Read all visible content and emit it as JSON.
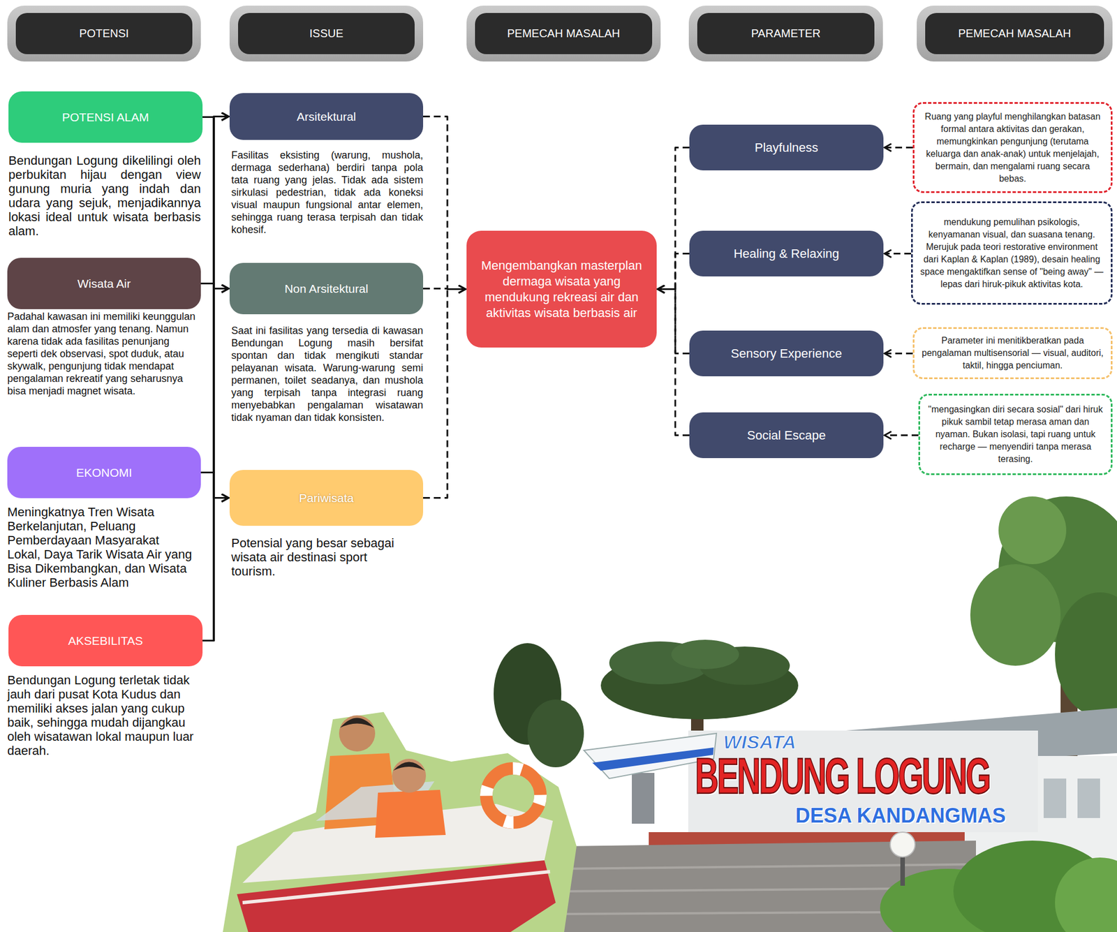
{
  "diagram": {
    "nodes": [
      {
        "text": [
          "POTENSI"
        ]
      },
      {
        "text": [
          "ISSUE"
        ]
      },
      {
        "text": [
          "PEMECAH MASALAH"
        ]
      },
      {
        "text": [
          "PARAMETER"
        ]
      },
      {
        "text": [
          "PEMECAH MASALAH"
        ]
      },
      {
        "text": [
          "POTENSI ALAM"
        ]
      },
      {
        "text": [
          "Wisata Air"
        ]
      },
      {
        "text": [
          "EKONOMI"
        ]
      },
      {
        "text": [
          "AKSEBILITAS"
        ]
      },
      {
        "text": [
          "Arsitektural"
        ]
      },
      {
        "text": [
          "Non Arsitektural"
        ]
      },
      {
        "text": [
          "Pariwisata"
        ]
      },
      {
        "text": [
          "Mengembangkan masterplan dermaga wisata yang mendukung rekreasi air dan aktivitas wisata berbasis air"
        ]
      },
      {
        "text": [
          "Playfulness"
        ]
      },
      {
        "text": [
          "Healing & Relaxing"
        ]
      },
      {
        "text": [
          "Sensory Experience"
        ]
      },
      {
        "text": [
          "Social Escape"
        ]
      },
      {
        "text": [
          "Ruang yang playful menghilangkan batasan formal antara aktivitas dan gerakan, memungkinkan pengunjung (terutama keluarga dan anak-anak) untuk menjelajah, bermain, dan mengalami ruang secara bebas."
        ]
      },
      {
        "text": [
          "mendukung pemulihan psikologis, kenyamanan visual, dan suasana tenang. Merujuk pada teori restorative environment dari Kaplan & Kaplan (1989), desain healing space mengaktifkan sense of \"being away\" — lepas dari hiruk-pikuk aktivitas kota."
        ]
      },
      {
        "text": [
          "Parameter ini menitikberatkan pada pengalaman multisensorial — visual, auditori, taktil, hingga penciuman."
        ]
      },
      {
        "text": [
          "\"mengasingkan diri secara sosial\" dari hiruk pikuk sambil tetap merasa aman dan nyaman. Bukan isolasi, tapi ruang untuk recharge — menyendiri tanpa merasa terasing."
        ]
      }
    ],
    "edges": [
      {
        "from": 5,
        "to": 9,
        "arrow": "to"
      },
      {
        "from": 5,
        "to": 10,
        "arrow": "to"
      },
      {
        "from": 5,
        "to": 11,
        "arrow": "to"
      },
      {
        "from": 6,
        "to": 9,
        "arrow": "to"
      },
      {
        "from": 6,
        "to": 10,
        "arrow": "to"
      },
      {
        "from": 6,
        "to": 11,
        "arrow": "to"
      },
      {
        "from": 7,
        "to": 9,
        "arrow": "to"
      },
      {
        "from": 7,
        "to": 10,
        "arrow": "to"
      },
      {
        "from": 7,
        "to": 11,
        "arrow": "to"
      },
      {
        "from": 8,
        "to": 9,
        "arrow": "to"
      },
      {
        "from": 8,
        "to": 10,
        "arrow": "to"
      },
      {
        "from": 8,
        "to": 11,
        "arrow": "to"
      },
      {
        "from": 9,
        "to": 12,
        "arrow": "to"
      },
      {
        "from": 10,
        "to": 12,
        "arrow": "to"
      },
      {
        "from": 11,
        "to": 12,
        "arrow": "to"
      },
      {
        "from": 13,
        "to": 12,
        "arrow": "to"
      },
      {
        "from": 14,
        "to": 12,
        "arrow": "to"
      },
      {
        "from": 15,
        "to": 12,
        "arrow": "to"
      },
      {
        "from": 16,
        "to": 12,
        "arrow": "to"
      },
      {
        "from": 17,
        "to": 13,
        "arrow": "to"
      },
      {
        "from": 18,
        "to": 14,
        "arrow": "to"
      },
      {
        "from": 19,
        "to": 15,
        "arrow": "to"
      },
      {
        "from": 20,
        "to": 16,
        "arrow": "to"
      }
    ],
    "labels": [
      "Bendungan Logung dikelilingi oleh perbukitan hijau dengan view gunung muria yang indah dan udara yang sejuk, menjadikannya lokasi ideal untuk wisata berbasis alam.",
      "Padahal kawasan ini memiliki keunggulan alam dan atmosfer yang tenang. Namun karena tidak ada fasilitas penunjang seperti dek observasi, spot duduk, atau skywalk, pengunjung tidak mendapat pengalaman rekreatif yang seharusnya bisa menjadi magnet wisata.",
      "Meningkatnya Tren Wisata Berkelanjutan, Peluang Pemberdayaan Masyarakat Lokal, Daya Tarik Wisata Air yang Bisa Dikembangkan, dan Wisata Kuliner Berbasis Alam",
      "Bendungan Logung terletak tidak jauh dari pusat Kota Kudus dan memiliki akses jalan yang cukup baik, sehingga mudah dijangkau oleh wisatawan lokal maupun luar daerah.",
      "Fasilitas eksisting (warung, mushola, dermaga sederhana) berdiri tanpa pola tata ruang yang jelas. Tidak ada sistem sirkulasi pedestrian, tidak ada koneksi visual maupun fungsional antar elemen, sehingga ruang terasa terpisah dan tidak kohesif.",
      "Saat ini fasilitas yang tersedia di kawasan Bendungan Logung masih bersifat spontan dan tidak mengikuti standar pelayanan wisata. Warung-warung semi permanen, toilet seadanya, dan mushola yang terpisah tanpa integrasi ruang menyebabkan pengalaman wisatawan tidak nyaman dan tidak konsisten.",
      "Potensial yang besar sebagai wisata air destinasi sport tourism.",
      "WISATA",
      "BENDUNG LOGUNG",
      "DESA KANDANGMAS"
    ]
  }
}
